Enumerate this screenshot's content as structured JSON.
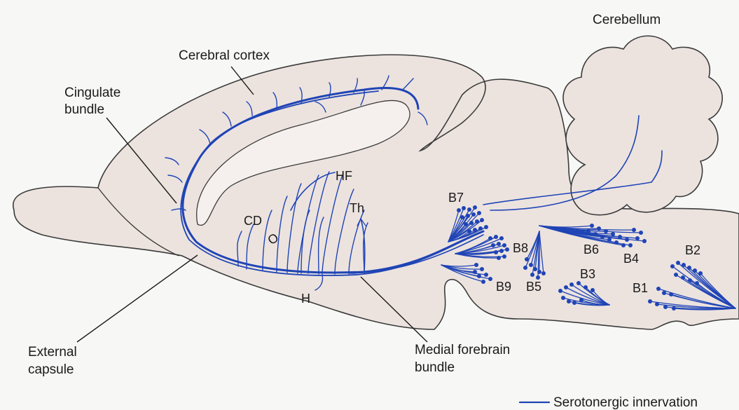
{
  "labels": {
    "cerebellum": "Cerebellum",
    "cerebral_cortex": "Cerebral cortex",
    "cingulate_line1": "Cingulate",
    "cingulate_line2": "bundle",
    "hf": "HF",
    "th": "Th",
    "cd": "CD",
    "o": "O",
    "h": "H",
    "external_line1": "External",
    "external_line2": "capsule",
    "mfb_line1": "Medial forebrain",
    "mfb_line2": "bundle"
  },
  "nuclei": [
    "B7",
    "B8",
    "B6",
    "B4",
    "B2",
    "B9",
    "B5",
    "B3",
    "B1"
  ],
  "legend": {
    "label": "Serotonergic innervation"
  },
  "colors": {
    "fiber": "#1f44b5",
    "tissue": "#ece3df",
    "outline": "#3b3b3b"
  }
}
